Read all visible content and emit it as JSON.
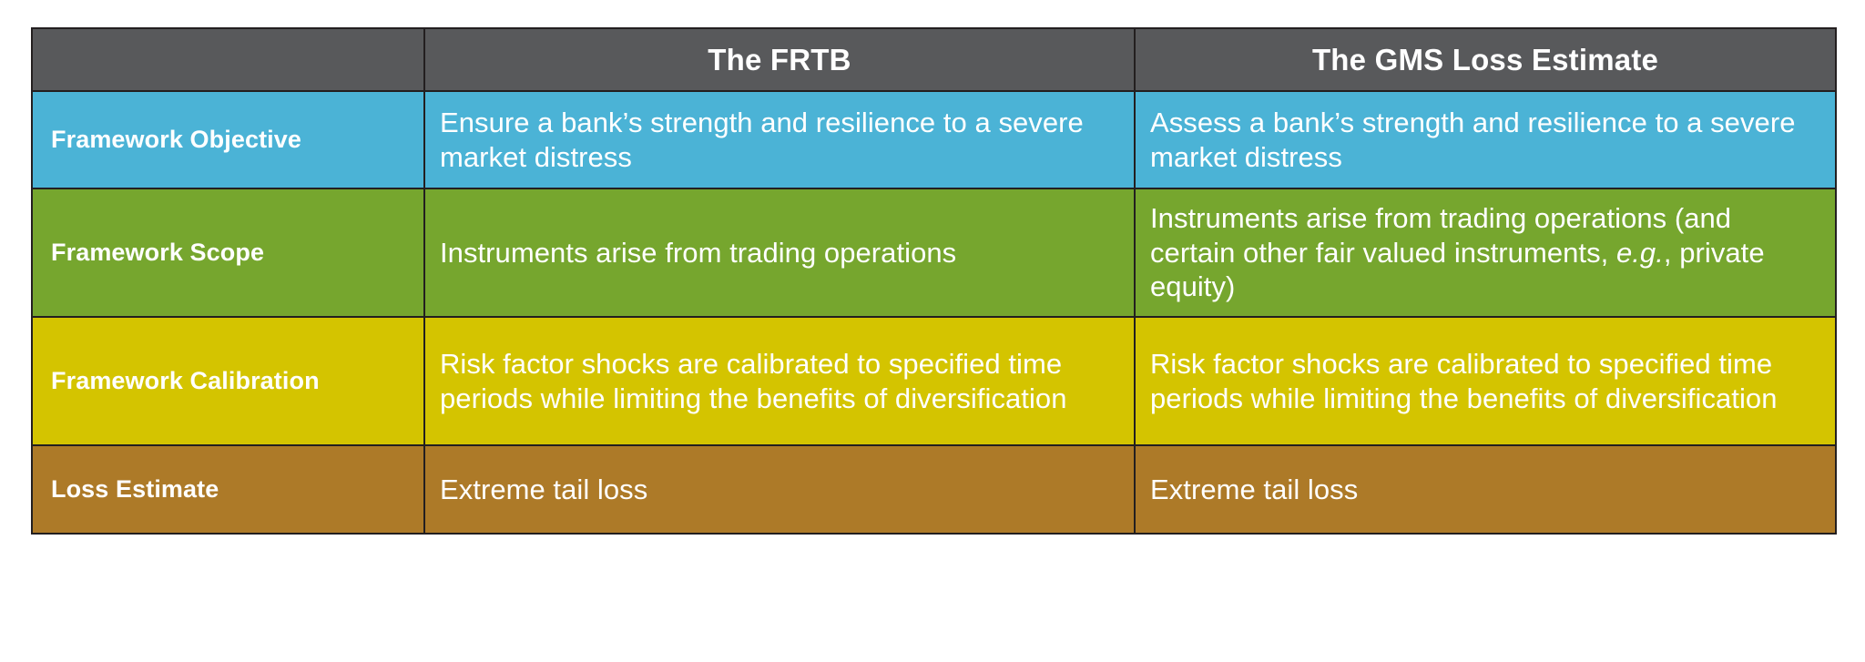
{
  "table": {
    "columns": [
      {
        "key": "label",
        "header": ""
      },
      {
        "key": "frtb",
        "header": "The FRTB"
      },
      {
        "key": "gms",
        "header": "The GMS Loss Estimate"
      }
    ],
    "rows": [
      {
        "label": "Framework Objective",
        "color": "#4bb3d6",
        "frtb": "Ensure a bank’s strength and resilience to a severe market distress",
        "gms": "Assess a bank’s strength and resilience to a severe market distress"
      },
      {
        "label": "Framework Scope",
        "color": "#76a62e",
        "frtb": "Instruments arise from trading operations",
        "gms_prefix": "Instruments arise from trading operations (and certain other fair valued instruments, ",
        "gms_italic": "e.g.",
        "gms_suffix": ", private equity)"
      },
      {
        "label": "Framework Calibration",
        "color": "#d4c400",
        "frtb": "Risk factor shocks are calibrated to specified time periods while limiting the benefits of diversification",
        "gms": "Risk factor shocks are calibrated to specified time periods while limiting the benefits of diversification"
      },
      {
        "label": "Loss Estimate",
        "color": "#ad7a28",
        "frtb": "Extreme tail loss",
        "gms": "Extreme tail loss"
      }
    ]
  },
  "colors": {
    "header_background": "#58595b",
    "row_objective": "#4bb3d6",
    "row_scope": "#76a62e",
    "row_calibration": "#d4c400",
    "row_loss": "#ad7a28",
    "border": "#231f20",
    "text_on_fill": "#ffffff",
    "page_background": "#ffffff"
  }
}
